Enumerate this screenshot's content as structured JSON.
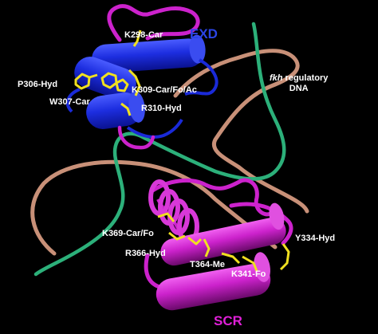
{
  "title_exd": "EXD",
  "title_scr": "SCR",
  "dna_label": {
    "italic": "fkh",
    "rest": " regulatory",
    "line2": "DNA"
  },
  "labels": {
    "k298": "K298-Car",
    "p306": "P306-Hyd",
    "w307": "W307-Car",
    "k309": "K309-Car/Fo/Ac",
    "r310": "R310-Hyd",
    "k369": "K369-Car/Fo",
    "r366": "R366-Hyd",
    "t364": "T364-Me",
    "k341": "K341-Fo",
    "y334": "Y334-Hyd"
  },
  "colors": {
    "background": "#000000",
    "exd": "#1a2ad8",
    "exd_label": "#2b45e6",
    "scr": "#cc22cc",
    "scr_label": "#e020d8",
    "residue": "#f0e020",
    "dna_strand_1": "#c89078",
    "dna_strand_2": "#2cb07a",
    "label_text": "#ffffff"
  }
}
